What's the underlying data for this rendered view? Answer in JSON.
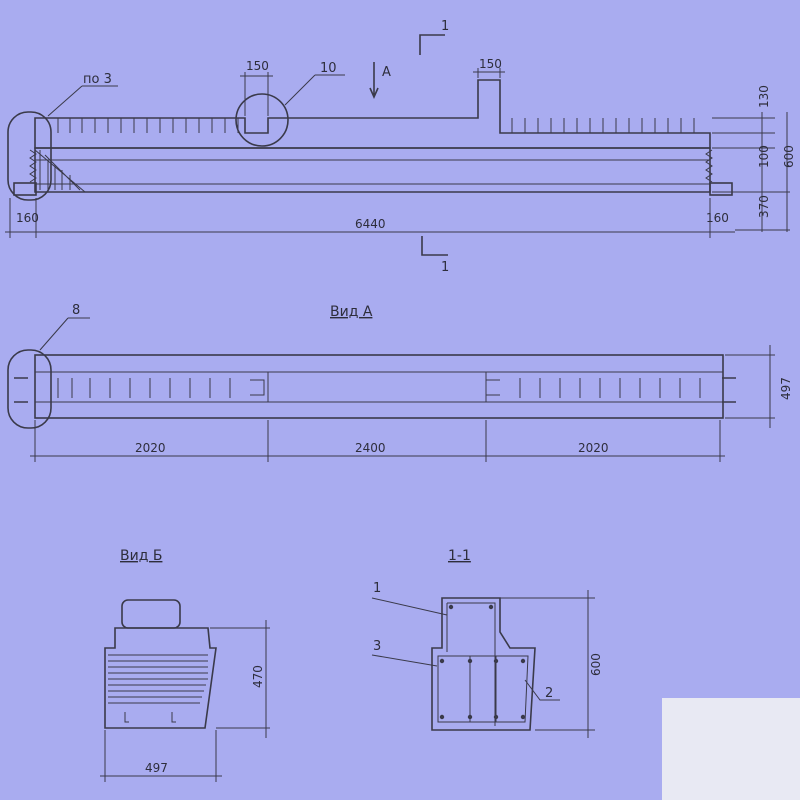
{
  "elevation": {
    "callouts": {
      "pos3": "по 3",
      "pos10": "10",
      "view_a_arrow": "А"
    },
    "section_mark": "1",
    "dims": {
      "left_150": "150",
      "right_150": "150",
      "total_length": "6440",
      "end_left": "160",
      "end_right": "160",
      "h130": "130",
      "h100": "100",
      "h370": "370",
      "h600": "600"
    }
  },
  "view_a": {
    "title": "Вид А",
    "callout": "8",
    "dims": {
      "seg1": "2020",
      "seg2": "2400",
      "seg3": "2020",
      "width": "497"
    }
  },
  "view_b": {
    "title": "Вид Б",
    "dims": {
      "height": "470",
      "width": "497"
    }
  },
  "section_1_1": {
    "title": "1-1",
    "callouts": {
      "p1": "1",
      "p2": "2",
      "p3": "3"
    },
    "dims": {
      "height": "600"
    }
  }
}
